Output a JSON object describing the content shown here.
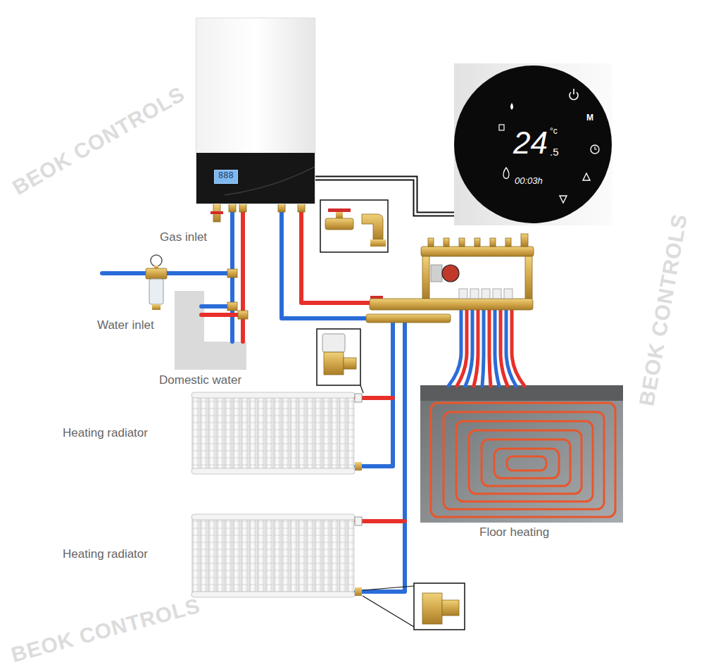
{
  "diagram": {
    "nodes": [
      {
        "text": [
          "888"
        ]
      },
      {
        "text": [
          "24",
          "°c",
          ".5",
          "00:03h",
          "M"
        ]
      }
    ],
    "edges": [
      {
        "from": 0,
        "to": 1,
        "arrow": "none"
      }
    ],
    "labels": [
      "Gas inlet",
      "Water inlet",
      "Domestic water",
      "Heating radiator",
      "Heating radiator",
      "Floor heating",
      "BEOK CONTROLS",
      "BEOK CONTROLS",
      "BEOK CONTROLS"
    ]
  }
}
